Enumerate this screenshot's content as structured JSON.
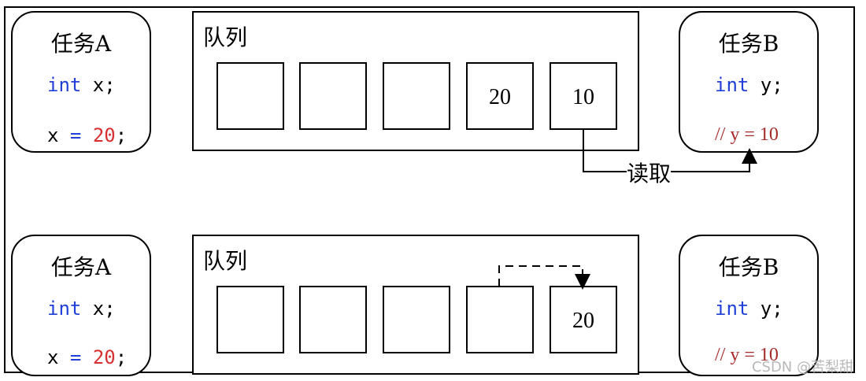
{
  "panels": [
    {
      "task_a": {
        "title": "任务A",
        "decl_kw": "int",
        "decl_rest": " x;",
        "assign_lhs": "x ",
        "assign_op": "=",
        "assign_val": "20",
        "assign_end": ";"
      },
      "queue": {
        "label": "队列",
        "cells": [
          "",
          "",
          "",
          "20",
          "10"
        ]
      },
      "task_b": {
        "title": "任务B",
        "decl_kw": "int",
        "decl_rest": " y;",
        "comment": "// y = 10"
      },
      "arrow_label": "读取"
    },
    {
      "task_a": {
        "title": "任务A",
        "decl_kw": "int",
        "decl_rest": " x;",
        "assign_lhs": "x ",
        "assign_op": "=",
        "assign_val": "20",
        "assign_end": ";"
      },
      "queue": {
        "label": "队列",
        "cells": [
          "",
          "",
          "",
          "",
          "20"
        ]
      },
      "task_b": {
        "title": "任务B",
        "decl_kw": "int",
        "decl_rest": " y;",
        "comment": "// y = 10"
      }
    }
  ],
  "watermark": "CSDN @苦梨甜",
  "colors": {
    "keyword": "#1f3fd8",
    "number": "#d83030",
    "comment": "#a52a2a"
  }
}
